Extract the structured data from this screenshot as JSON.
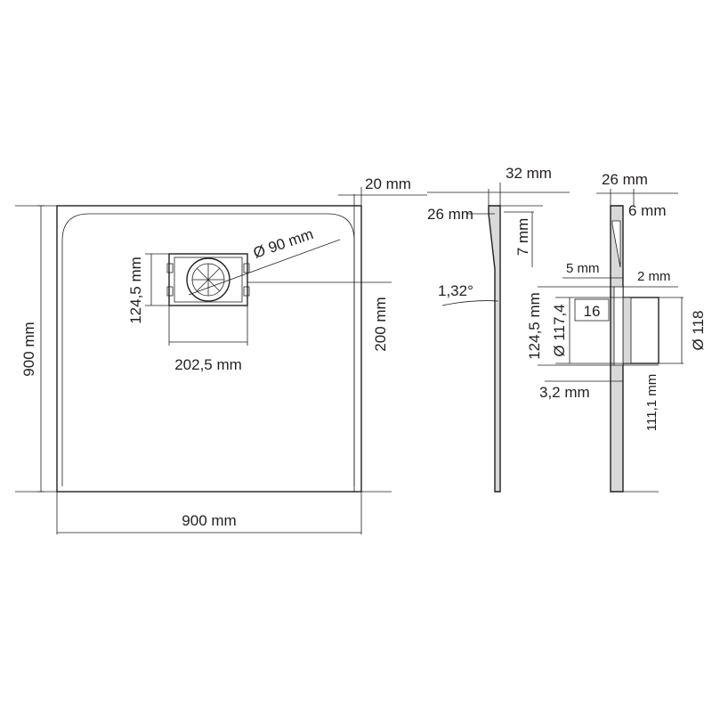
{
  "drawing": {
    "top_view": {
      "width_label": "900 mm",
      "height_label": "900 mm",
      "drain_width_label": "202,5 mm",
      "drain_height_label": "124,5 mm",
      "drain_diameter_label": "Ø 90 mm",
      "drain_offset_label": "200 mm",
      "rim_label": "20 mm"
    },
    "side_section": {
      "thickness_label": "32 mm",
      "edge_label": "26 mm",
      "depth_label": "7 mm",
      "slope_label": "1,32°"
    },
    "drain_section": {
      "thickness_label": "26 mm",
      "edge_label": "6 mm",
      "left_gap_label": "5 mm",
      "right_gap_label": "2 mm",
      "height_label": "124,5 mm",
      "inner_diameter_label": "Ø 117,4",
      "depth_label": "16",
      "outer_diameter_label": "Ø 118",
      "bottom_label": "3,2 mm",
      "length_label": "111,1 mm"
    }
  }
}
